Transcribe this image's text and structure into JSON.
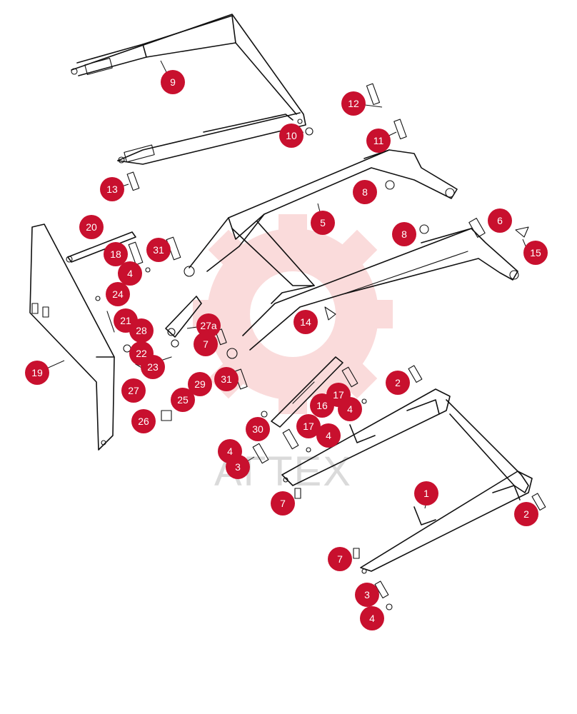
{
  "diagram": {
    "watermark": {
      "text": "АГТЕХ",
      "color": "#f5b5b5"
    },
    "badge_color": "#c8102e",
    "callouts": [
      {
        "id": "c9",
        "label": "9"
      },
      {
        "id": "c10",
        "label": "10"
      },
      {
        "id": "c12",
        "label": "12"
      },
      {
        "id": "c11",
        "label": "11"
      },
      {
        "id": "c13",
        "label": "13"
      },
      {
        "id": "c8a",
        "label": "8"
      },
      {
        "id": "c5",
        "label": "5"
      },
      {
        "id": "c6",
        "label": "6"
      },
      {
        "id": "c8b",
        "label": "8"
      },
      {
        "id": "c15",
        "label": "15"
      },
      {
        "id": "c20",
        "label": "20"
      },
      {
        "id": "c18",
        "label": "18"
      },
      {
        "id": "c31a",
        "label": "31"
      },
      {
        "id": "c4a",
        "label": "4"
      },
      {
        "id": "c24",
        "label": "24"
      },
      {
        "id": "c14",
        "label": "14"
      },
      {
        "id": "c21",
        "label": "21"
      },
      {
        "id": "c28",
        "label": "28"
      },
      {
        "id": "c27a",
        "label": "27a"
      },
      {
        "id": "c7a",
        "label": "7"
      },
      {
        "id": "c22",
        "label": "22"
      },
      {
        "id": "c23",
        "label": "23"
      },
      {
        "id": "c19",
        "label": "19"
      },
      {
        "id": "c29",
        "label": "29"
      },
      {
        "id": "c31b",
        "label": "31"
      },
      {
        "id": "c2a",
        "label": "2"
      },
      {
        "id": "c27",
        "label": "27"
      },
      {
        "id": "c25",
        "label": "25"
      },
      {
        "id": "c17a",
        "label": "17"
      },
      {
        "id": "c16",
        "label": "16"
      },
      {
        "id": "c4b",
        "label": "4"
      },
      {
        "id": "c26",
        "label": "26"
      },
      {
        "id": "c30",
        "label": "30"
      },
      {
        "id": "c17b",
        "label": "17"
      },
      {
        "id": "c4c",
        "label": "4"
      },
      {
        "id": "c4d",
        "label": "4"
      },
      {
        "id": "c3a",
        "label": "3"
      },
      {
        "id": "c1",
        "label": "1"
      },
      {
        "id": "c7b",
        "label": "7"
      },
      {
        "id": "c2b",
        "label": "2"
      },
      {
        "id": "c7c",
        "label": "7"
      },
      {
        "id": "c3b",
        "label": "3"
      },
      {
        "id": "c4e",
        "label": "4"
      }
    ]
  }
}
